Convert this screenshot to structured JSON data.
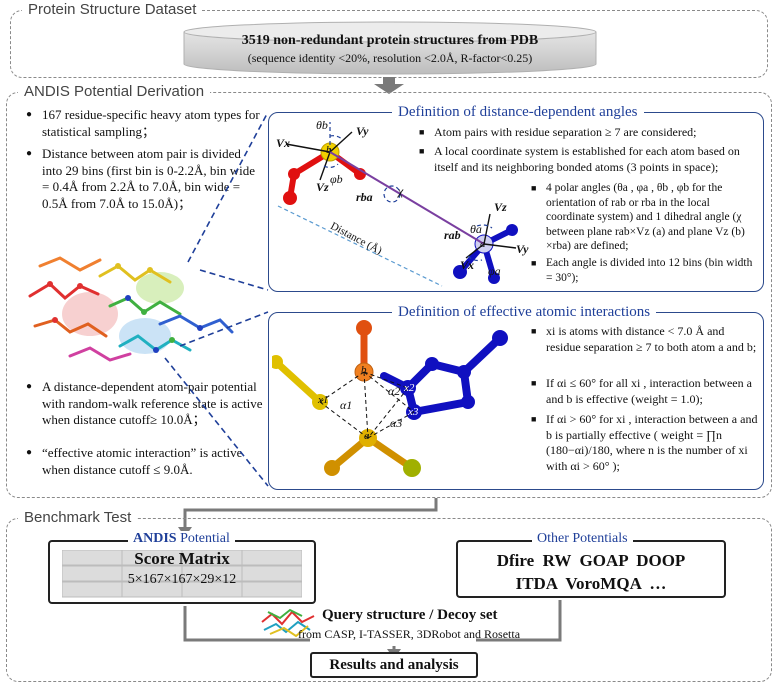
{
  "dataset": {
    "title": "Protein Structure Dataset",
    "main": "3519 non-redundant protein structures from PDB",
    "sub": "(sequence identity <20%, resolution <2.0Å, R-factor<0.25)"
  },
  "derivation": {
    "title": "ANDIS Potential Derivation",
    "left_bullets": [
      "167 residue-specific heavy atom types for statistical sampling；",
      "Distance between atom pair is divided into 29 bins (first bin is 0-2.2Å, bin wide = 0.4Å from 2.2Å to 7.0Å, bin wide = 0.5Å from 7.0Å to 15.0Å)；",
      "A distance-dependent atom-pair potential with random-walk reference state is active when distance cutoff≥ 10.0Å；",
      "“effective atomic interaction” is active when distance cutoff ≤ 9.0Å."
    ],
    "angles_panel": {
      "title": "Definition of distance-dependent angles",
      "bullets": [
        "Atom pairs with residue separation ≥ 7 are considered;",
        "A local coordinate system is established for each atom based on itself and its neighboring bonded atoms (3 points in space);",
        "4 polar angles (θa , φa , θb , φb for the orientation of rab or rba in the local coordinate system) and 1 dihedral angle (χ between plane rab×Vz (a) and plane Vz (b) ×rba) are defined;",
        "Each angle is divided into 12 bins (bin width = 30°);"
      ],
      "labels": {
        "vx": "Vx",
        "vy": "Vy",
        "vz": "Vz",
        "b": "b",
        "a": "a",
        "theta_b": "θb",
        "phi_b": "φb",
        "rba": "rba",
        "rab": "rab",
        "chi": "χ",
        "theta_a": "θa",
        "phi_a": "φa",
        "distance": "Distance (Å)"
      }
    },
    "effective_panel": {
      "title": "Definition of effective atomic interactions",
      "bullets": [
        "xi is atoms with distance < 7.0 Å and residue separation ≥ 7 to both atom a and b;",
        "If αi ≤ 60° for all xi , interaction between a and b is effective (weight = 1.0);",
        "If αi > 60° for xi , interaction between a and b is partially effective ( weight = ∏n (180−αi)/180, where n is the number of xi with αi > 60° );"
      ],
      "labels": {
        "b": "b",
        "a": "a",
        "x1": "x1",
        "x2": "x2",
        "x3": "x3",
        "a1": "α1",
        "a2": "α2",
        "a3": "α3"
      }
    }
  },
  "benchmark": {
    "title": "Benchmark Test",
    "andis_label": "ANDIS",
    "potential_label": " Potential",
    "score_matrix": "Score Matrix",
    "score_formula": "5×167×167×29×12",
    "other_title": "Other Potentials",
    "other_row1": "Dfire  RW  GOAP  DOOP",
    "other_row2": "ITDA  VoroMQA  …",
    "query_title": "Query structure / Decoy set",
    "query_sub": "from CASP, I-TASSER, 3DRobot and Rosetta",
    "results": "Results and analysis"
  },
  "colors": {
    "dark_blue": "#1f3f99",
    "gray_border": "#8a8a8a",
    "arrow": "#7a7a7a"
  }
}
